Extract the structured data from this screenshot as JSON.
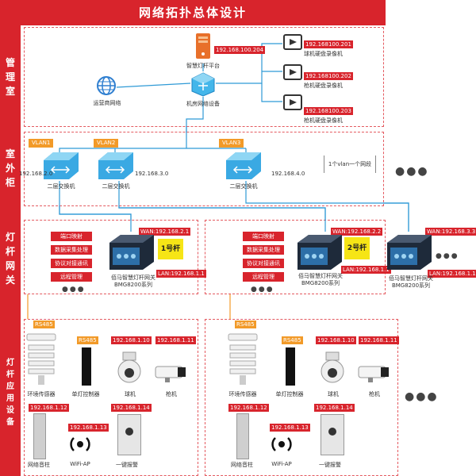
{
  "title": "网络拓扑总体设计",
  "sections": {
    "management": "管理室",
    "outdoor": "室外柜",
    "gateway": "灯杆网关",
    "devices": "灯杆应用设备"
  },
  "management": {
    "platform": {
      "label": "智慧灯杆平台",
      "ip": "192.168.100.204"
    },
    "isp": {
      "label": "运营商网络"
    },
    "core_switch": {
      "label": "机房网络设备"
    },
    "recorders": [
      {
        "label": "球机硬盘录像机",
        "ip": "192.168100.201"
      },
      {
        "label": "枪机硬盘录像机",
        "ip": "192.168100.202"
      },
      {
        "label": "枪机硬盘录像机",
        "ip": "192.168100.203"
      }
    ]
  },
  "outdoor": {
    "vlans": [
      "VLAN1",
      "VLAN2",
      "VLAN3"
    ],
    "switches": [
      {
        "label": "二层交换机",
        "subnet": "192.168.2.0"
      },
      {
        "label": "二层交换机",
        "subnet": "192.168.3.0"
      },
      {
        "label": "二层交换机",
        "subnet": "192.168.4.0"
      }
    ],
    "note": "1个vlan一个网段"
  },
  "gateway": {
    "functions": [
      "端口映射",
      "数据采集处理",
      "协议对接通讯",
      "远程管理"
    ],
    "gateways": [
      {
        "pole": "1号杆",
        "wan": "WAN:192.168.2.1",
        "lan": "LAN:192.168.1.1",
        "name": "佰马智慧灯杆网关",
        "model": "BMG8200系列"
      },
      {
        "pole": "2号杆",
        "wan": "WAN:192.168.2.2",
        "lan": "LAN:192.168.1.1",
        "name": "佰马智慧灯杆网关",
        "model": "BMG8200系列"
      },
      {
        "wan": "WAN:192.168.3.3",
        "lan": "LAN:192.168.1.1",
        "name": "佰马智慧灯杆网关",
        "model": "BMG8200系列"
      }
    ]
  },
  "devices": {
    "rs485": "RS485",
    "items": [
      {
        "label": "环境传感器",
        "ip": ""
      },
      {
        "label": "单灯控制器",
        "ip": ""
      },
      {
        "label": "球机",
        "ip": "192.168.1.10"
      },
      {
        "label": "枪机",
        "ip": "192.168.1.11"
      },
      {
        "label": "网络音柱",
        "ip": "192.168.1.12"
      },
      {
        "label": "WiFi-AP",
        "ip": "192.168.1.13"
      },
      {
        "label": "一键报警",
        "ip": "192.168.1.14"
      }
    ]
  },
  "colors": {
    "accent": "#d8242c",
    "orange": "#f29a28",
    "line": "#2f9ad6",
    "pole_tag": "#f6e516"
  }
}
